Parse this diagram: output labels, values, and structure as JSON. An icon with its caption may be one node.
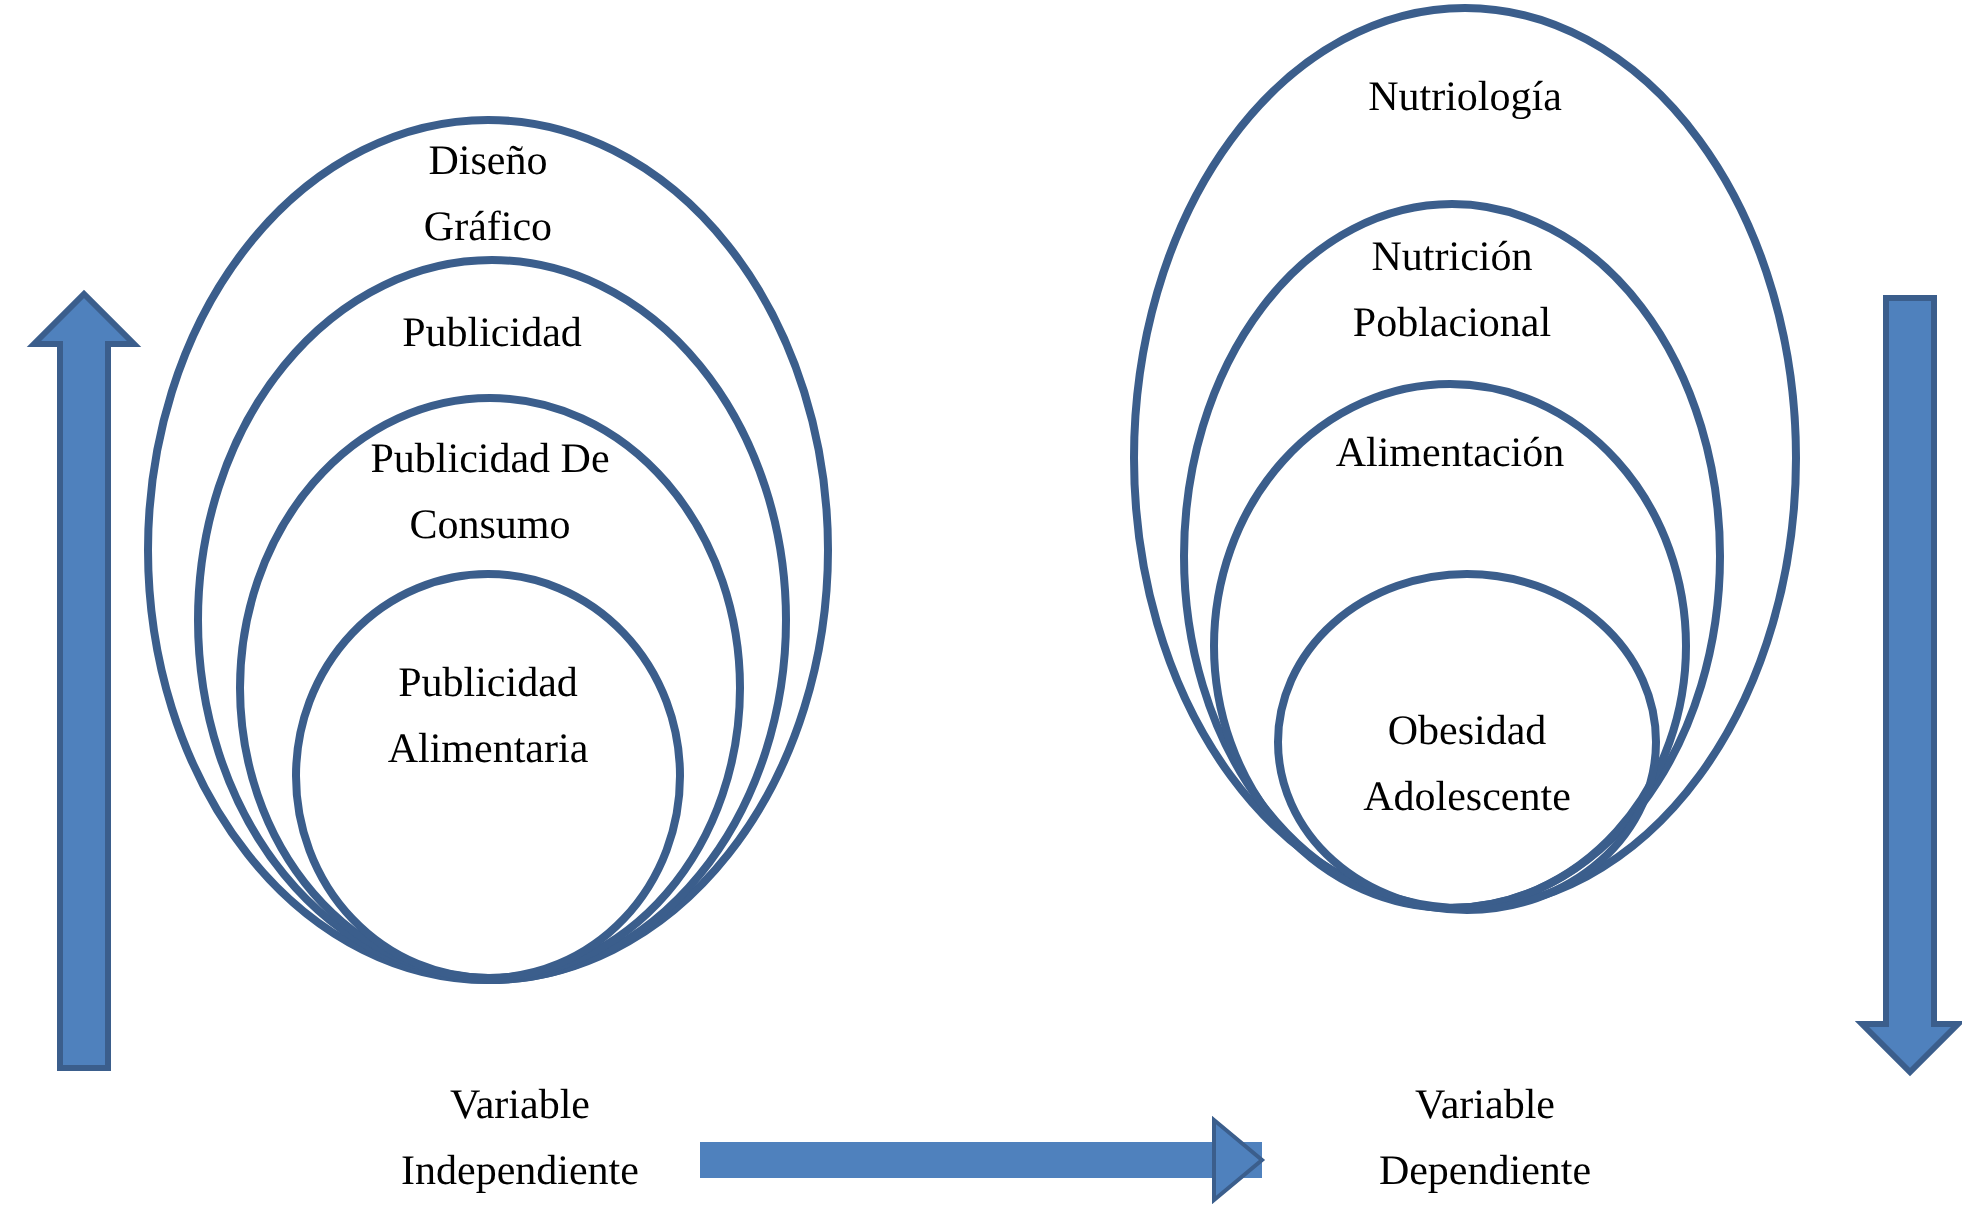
{
  "diagram": {
    "nodes": [
      {
        "text": [
          "Diseño Gráfico"
        ]
      },
      {
        "text": [
          "Publicidad"
        ],
        "in": 0
      },
      {
        "text": [
          "Publicidad De Consumo"
        ],
        "in": 1
      },
      {
        "text": [
          "Publicidad Alimentaria"
        ],
        "in": 2
      },
      {
        "text": [
          "Nutriología"
        ]
      },
      {
        "text": [
          "Nutrición Poblacional"
        ],
        "in": 4
      },
      {
        "text": [
          "Alimentación"
        ],
        "in": 5
      },
      {
        "text": [
          "Obesidad Adolescente"
        ],
        "in": 6
      },
      {
        "text": [
          "Variable Independiente"
        ]
      },
      {
        "text": [
          "Variable Dependiente"
        ]
      }
    ],
    "edges": [
      {
        "from": 8,
        "to": 9,
        "arrow": "to"
      }
    ]
  }
}
